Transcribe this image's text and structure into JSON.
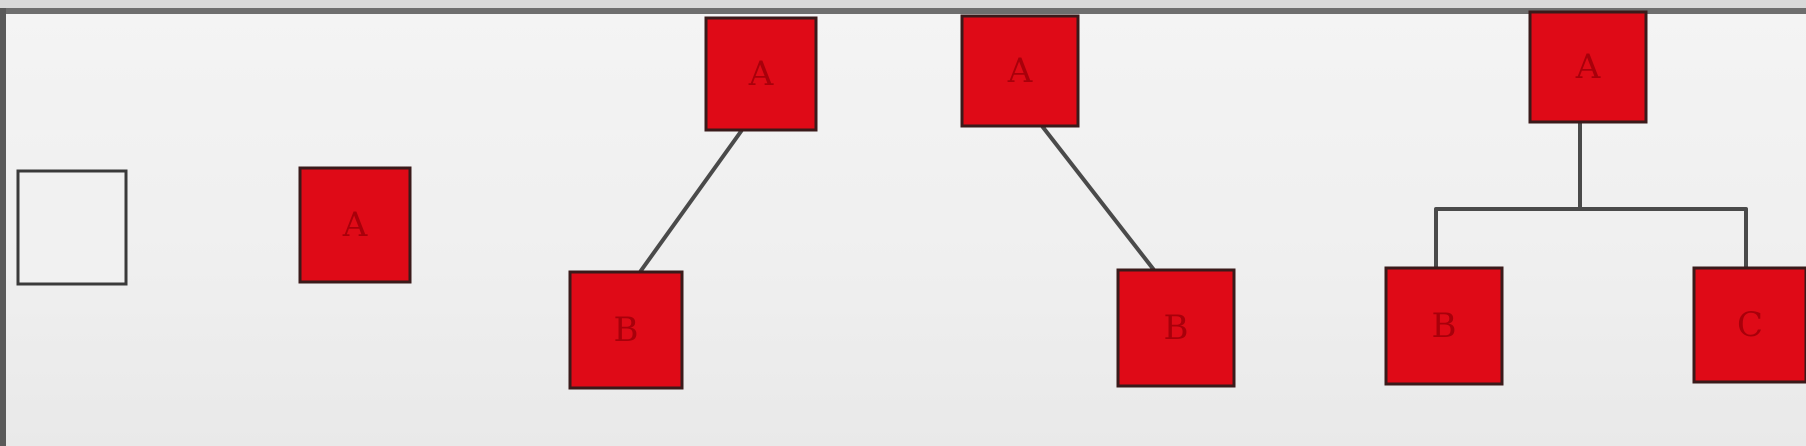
{
  "colors": {
    "node_fill": "#df0a17",
    "node_stroke": "#3a1a1a",
    "node_text": "#a8000a",
    "empty_fill": "#f1f1f1",
    "empty_stroke": "#3a3a3a",
    "edge": "#4a4a4a"
  },
  "trees": [
    {
      "nodes": [
        {
          "id": "t1-root",
          "label": ""
        }
      ],
      "edges": []
    },
    {
      "nodes": [
        {
          "id": "t2-a",
          "label": "A"
        }
      ],
      "edges": []
    },
    {
      "nodes": [
        {
          "id": "t3-a",
          "label": "A"
        },
        {
          "id": "t3-b",
          "label": "B"
        }
      ],
      "edges": [
        {
          "from": "t3-a",
          "to": "t3-b"
        }
      ]
    },
    {
      "nodes": [
        {
          "id": "t4-a",
          "label": "A"
        },
        {
          "id": "t4-b",
          "label": "B"
        }
      ],
      "edges": [
        {
          "from": "t4-a",
          "to": "t4-b"
        }
      ]
    },
    {
      "nodes": [
        {
          "id": "t5-a",
          "label": "A"
        },
        {
          "id": "t5-b",
          "label": "B"
        },
        {
          "id": "t5-c",
          "label": "C"
        }
      ],
      "edges": [
        {
          "from": "t5-a",
          "to": "t5-b"
        },
        {
          "from": "t5-a",
          "to": "t5-c"
        }
      ]
    }
  ]
}
